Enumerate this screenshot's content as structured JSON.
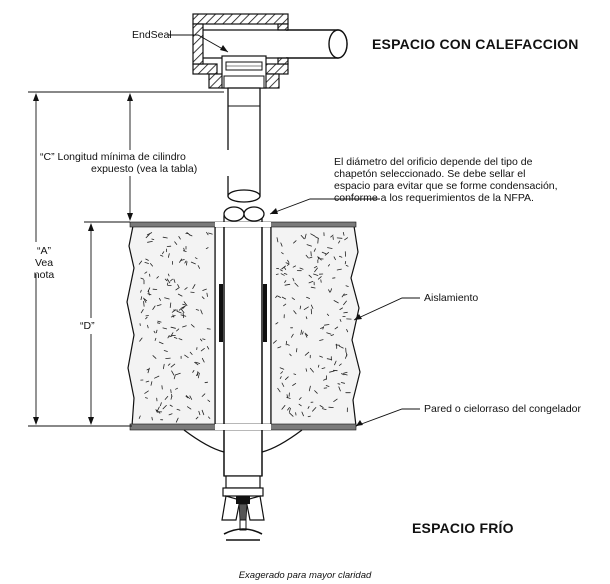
{
  "header_heated": "ESPACIO CON CALEFACCION",
  "header_cold": "ESPACIO FRÍO",
  "label_endseal": "EndSeal",
  "label_c_line1": "“C” Longitud mínima de cilindro",
  "label_c_line2": "expuesto (vea la tabla)",
  "label_a_line1": "“A”",
  "label_a_line2": "Vea nota",
  "label_d": "“D”",
  "note_line1": "El diámetro del orificio depende del tipo de",
  "note_line2": "chapetón seleccionado. Se debe sellar el",
  "note_line3": "espacio para evitar que se forme condensación,",
  "note_line4": "conforme a los requerimientos de la NFPA.",
  "label_insulation": "Aislamiento",
  "label_wall": "Pared o cielorraso del congelador",
  "caption": "Exagerado para mayor claridad"
}
